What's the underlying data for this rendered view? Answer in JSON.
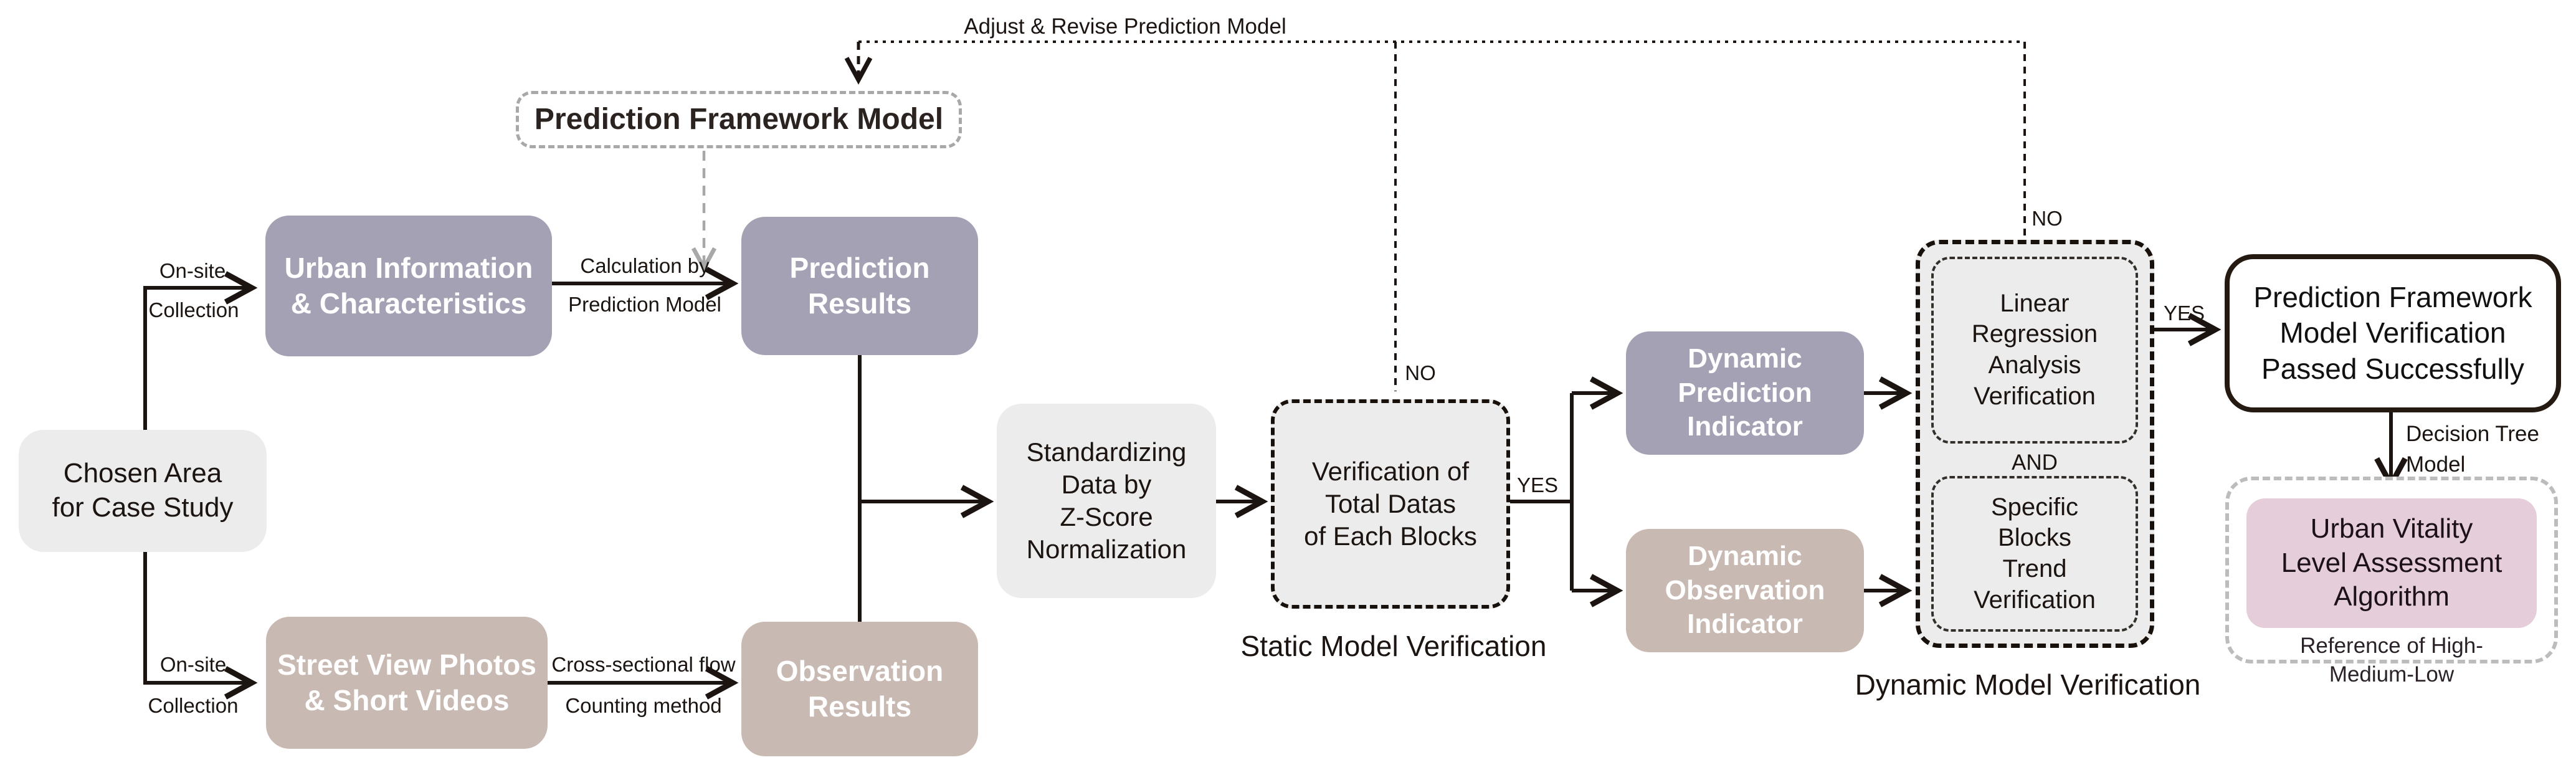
{
  "colors": {
    "accent_purple": "#a4a1b4",
    "accent_tan": "#c8b9b2",
    "accent_pink": "#e5cdda",
    "panel_gray": "#ececec",
    "line_dark": "#1c1410",
    "dash_gray": "#a8a8a8"
  },
  "boxes": {
    "chosen_area": "Chosen Area\nfor Case Study",
    "urban_info": "Urban Information\n& Characteristics",
    "street_view": "Street View Photos\n& Short Videos",
    "prediction_framework": "Prediction Framework Model",
    "prediction_results": "Prediction\nResults",
    "observation_results": "Observation\nResults",
    "standardizing": "Standardizing\nData by\nZ-Score\nNormalization",
    "verification_blocks": "Verification of\nTotal Datas\nof Each Blocks",
    "dynamic_prediction": "Dynamic\nPrediction\nIndicator",
    "dynamic_observation": "Dynamic\nObservation\nIndicator",
    "linear_regression": "Linear\nRegression\nAnalysis\nVerification",
    "specific_blocks": "Specific\nBlocks\nTrend\nVerification",
    "passed": "Prediction Framework\nModel Verification\nPassed Successfully",
    "urban_vitality": "Urban Vitality\nLevel Assessment\nAlgorithm"
  },
  "labels": {
    "adjust_revise": "Adjust & Revise Prediction Model",
    "onsite_top": "On-site",
    "collection_top": "Collection",
    "onsite_bottom": "On-site",
    "collection_bottom": "Collection",
    "calculation_by": "Calculation by",
    "prediction_model": "Prediction Model",
    "cross_sectional": "Cross-sectional flow",
    "counting_method": "Counting method",
    "static_verification": "Static Model Verification",
    "dynamic_verification": "Dynamic Model Verification",
    "and": "AND",
    "no_static": "NO",
    "yes_static": "YES",
    "no_dynamic": "NO",
    "yes_dynamic": "YES",
    "decision_tree": "Decision Tree\nModel",
    "reference": "Reference of High-Medium-Low"
  }
}
